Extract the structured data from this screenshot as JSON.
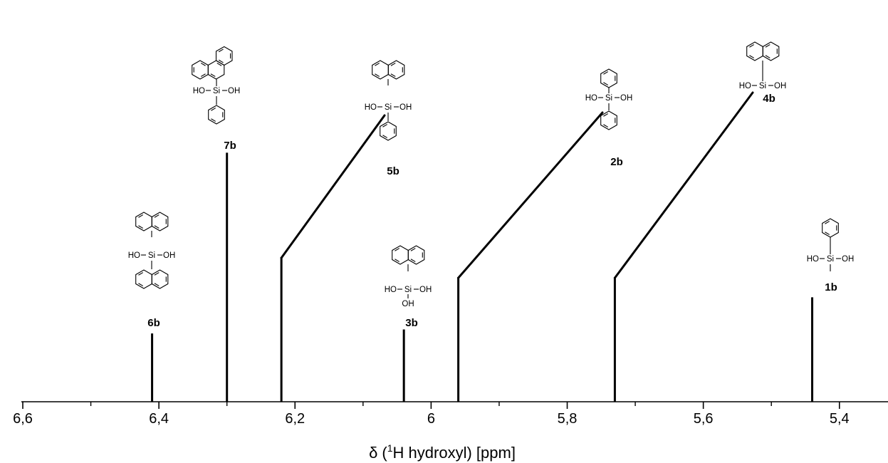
{
  "chart_data": {
    "type": "bar",
    "title": "",
    "xlabel_prefix": "δ (",
    "xlabel_sup": "1",
    "xlabel_suffix": "H hydroxyl) [ppm]",
    "xlim": [
      6.6,
      5.36
    ],
    "x_reversed": true,
    "x_ticks": [
      {
        "value": 6.6,
        "label": "6,6"
      },
      {
        "value": 6.4,
        "label": "6,4"
      },
      {
        "value": 6.2,
        "label": "6,2"
      },
      {
        "value": 6.0,
        "label": "6"
      },
      {
        "value": 5.8,
        "label": "5,8"
      },
      {
        "value": 5.6,
        "label": "5,6"
      },
      {
        "value": 5.4,
        "label": "5,4"
      }
    ],
    "minor_ticks": [
      6.5,
      6.3,
      6.1,
      5.9,
      5.7,
      5.5
    ],
    "ylim": [
      0,
      1
    ],
    "y_axis_visible": false,
    "series": [
      {
        "values": [
          {
            "x": 6.41,
            "y": 0.17,
            "label": "6b"
          },
          {
            "x": 6.3,
            "y": 0.62,
            "label": "7b"
          },
          {
            "x": 6.22,
            "y": 0.36,
            "label": "5b",
            "leader": true
          },
          {
            "x": 6.04,
            "y": 0.18,
            "label": "3b"
          },
          {
            "x": 5.96,
            "y": 0.31,
            "label": "2b",
            "leader": true
          },
          {
            "x": 5.73,
            "y": 0.31,
            "label": "4b",
            "leader": true
          },
          {
            "x": 5.44,
            "y": 0.26,
            "label": "1b"
          }
        ]
      }
    ]
  },
  "structures": {
    "silanol_diol": {
      "left": "HO",
      "center": "Si",
      "right": "OH"
    },
    "silanol_triol": {
      "left": "HO",
      "center": "Si",
      "right": "OH",
      "bottom": "OH"
    }
  }
}
